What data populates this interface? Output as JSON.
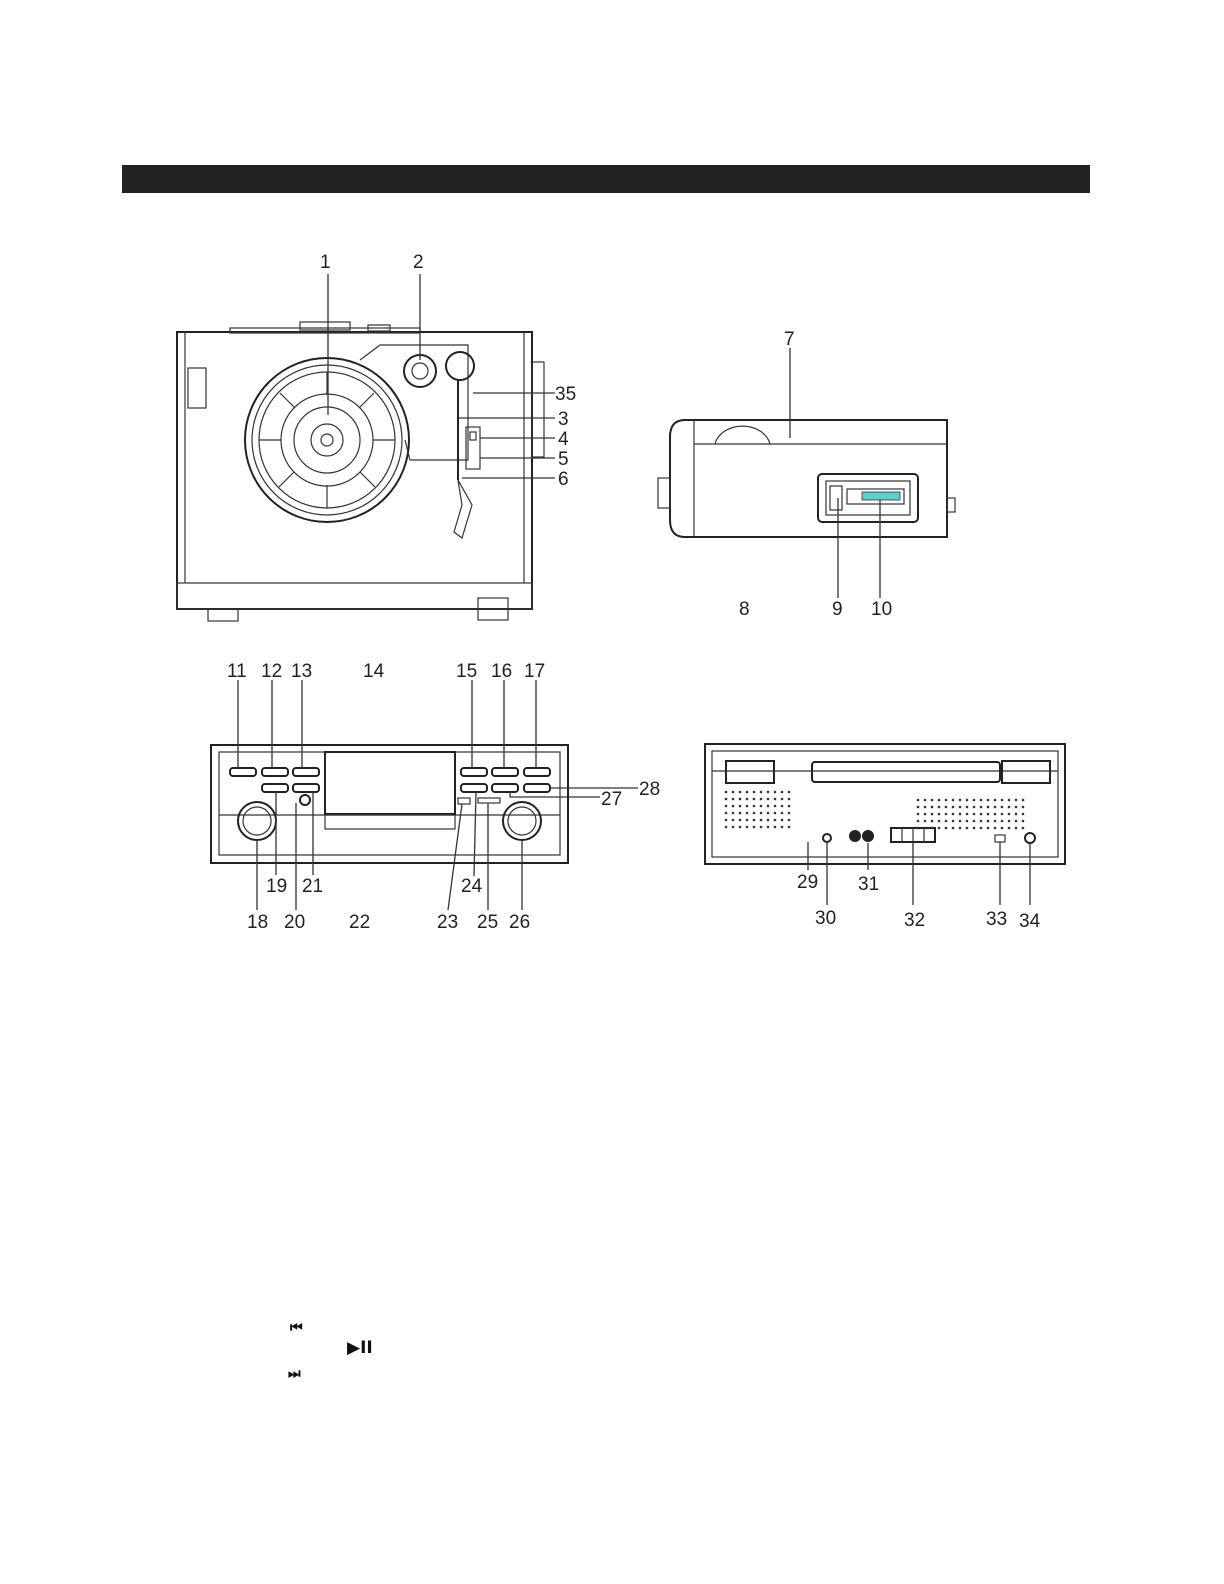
{
  "labels": {
    "top_view": [
      "1",
      "2",
      "35",
      "3",
      "4",
      "5",
      "6"
    ],
    "side_view": [
      "7",
      "8",
      "9",
      "10"
    ],
    "front_view": [
      "11",
      "12",
      "13",
      "14",
      "15",
      "16",
      "17",
      "28",
      "27",
      "18",
      "19",
      "20",
      "21",
      "22",
      "23",
      "24",
      "25",
      "26"
    ],
    "back_view": [
      "29",
      "30",
      "31",
      "32",
      "33",
      "34"
    ]
  },
  "control_icons": {
    "previous": "⏮",
    "play_pause": "▶II",
    "next": "⏭"
  },
  "colors": {
    "header_bar": "#222222",
    "display_accent": "#5fd0d0"
  }
}
